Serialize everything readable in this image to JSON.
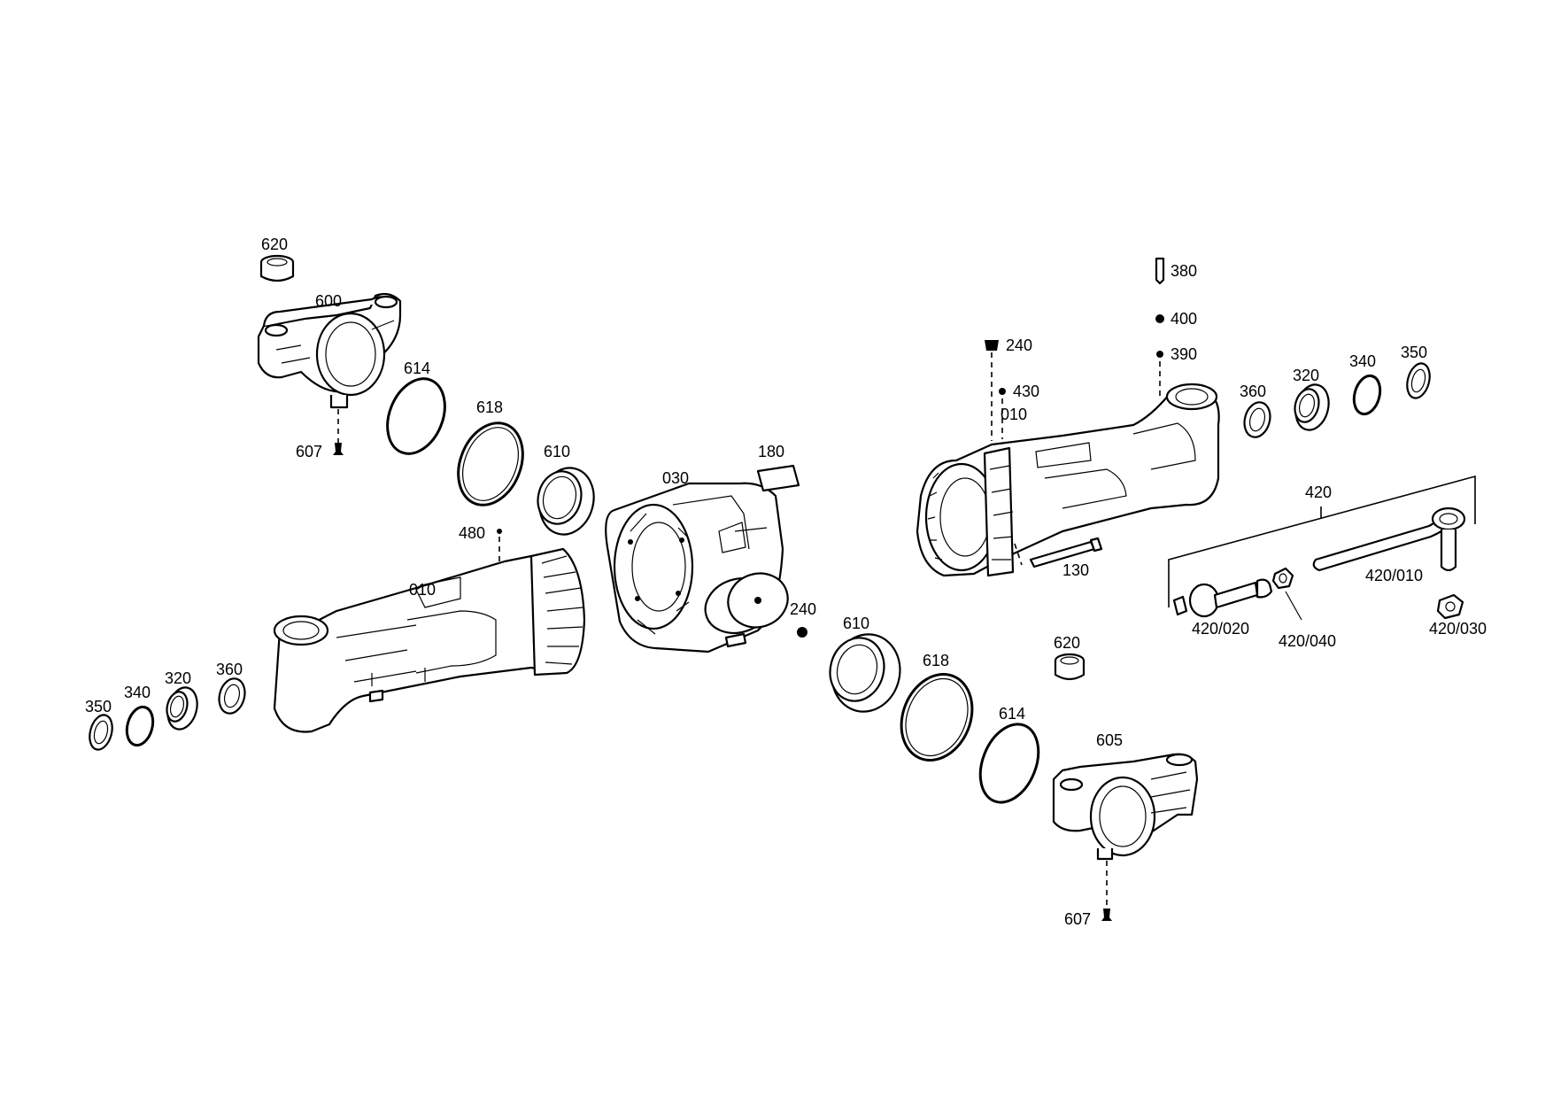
{
  "diagram": {
    "callouts": {
      "c620_top": "620",
      "c600": "600",
      "c614_top": "614",
      "c618_top": "618",
      "c610_top": "610",
      "c607_top": "607",
      "c480": "480",
      "c010_left": "010",
      "c350_left": "350",
      "c340_left": "340",
      "c320_left": "320",
      "c360_left": "360",
      "c030": "030",
      "c180": "180",
      "c240_mid": "240",
      "c610_mid": "610",
      "c618_mid": "618",
      "c614_mid": "614",
      "c620_mid": "620",
      "c605": "605",
      "c607_bot": "607",
      "c380": "380",
      "c400": "400",
      "c390": "390",
      "c240_right": "240",
      "c430": "430",
      "c010_right": "010",
      "c130": "130",
      "c360_right": "360",
      "c320_right": "320",
      "c340_right": "340",
      "c350_right": "350",
      "c420": "420",
      "c420_010": "420/010",
      "c420_020": "420/020",
      "c420_040": "420/040",
      "c420_030": "420/030"
    }
  }
}
